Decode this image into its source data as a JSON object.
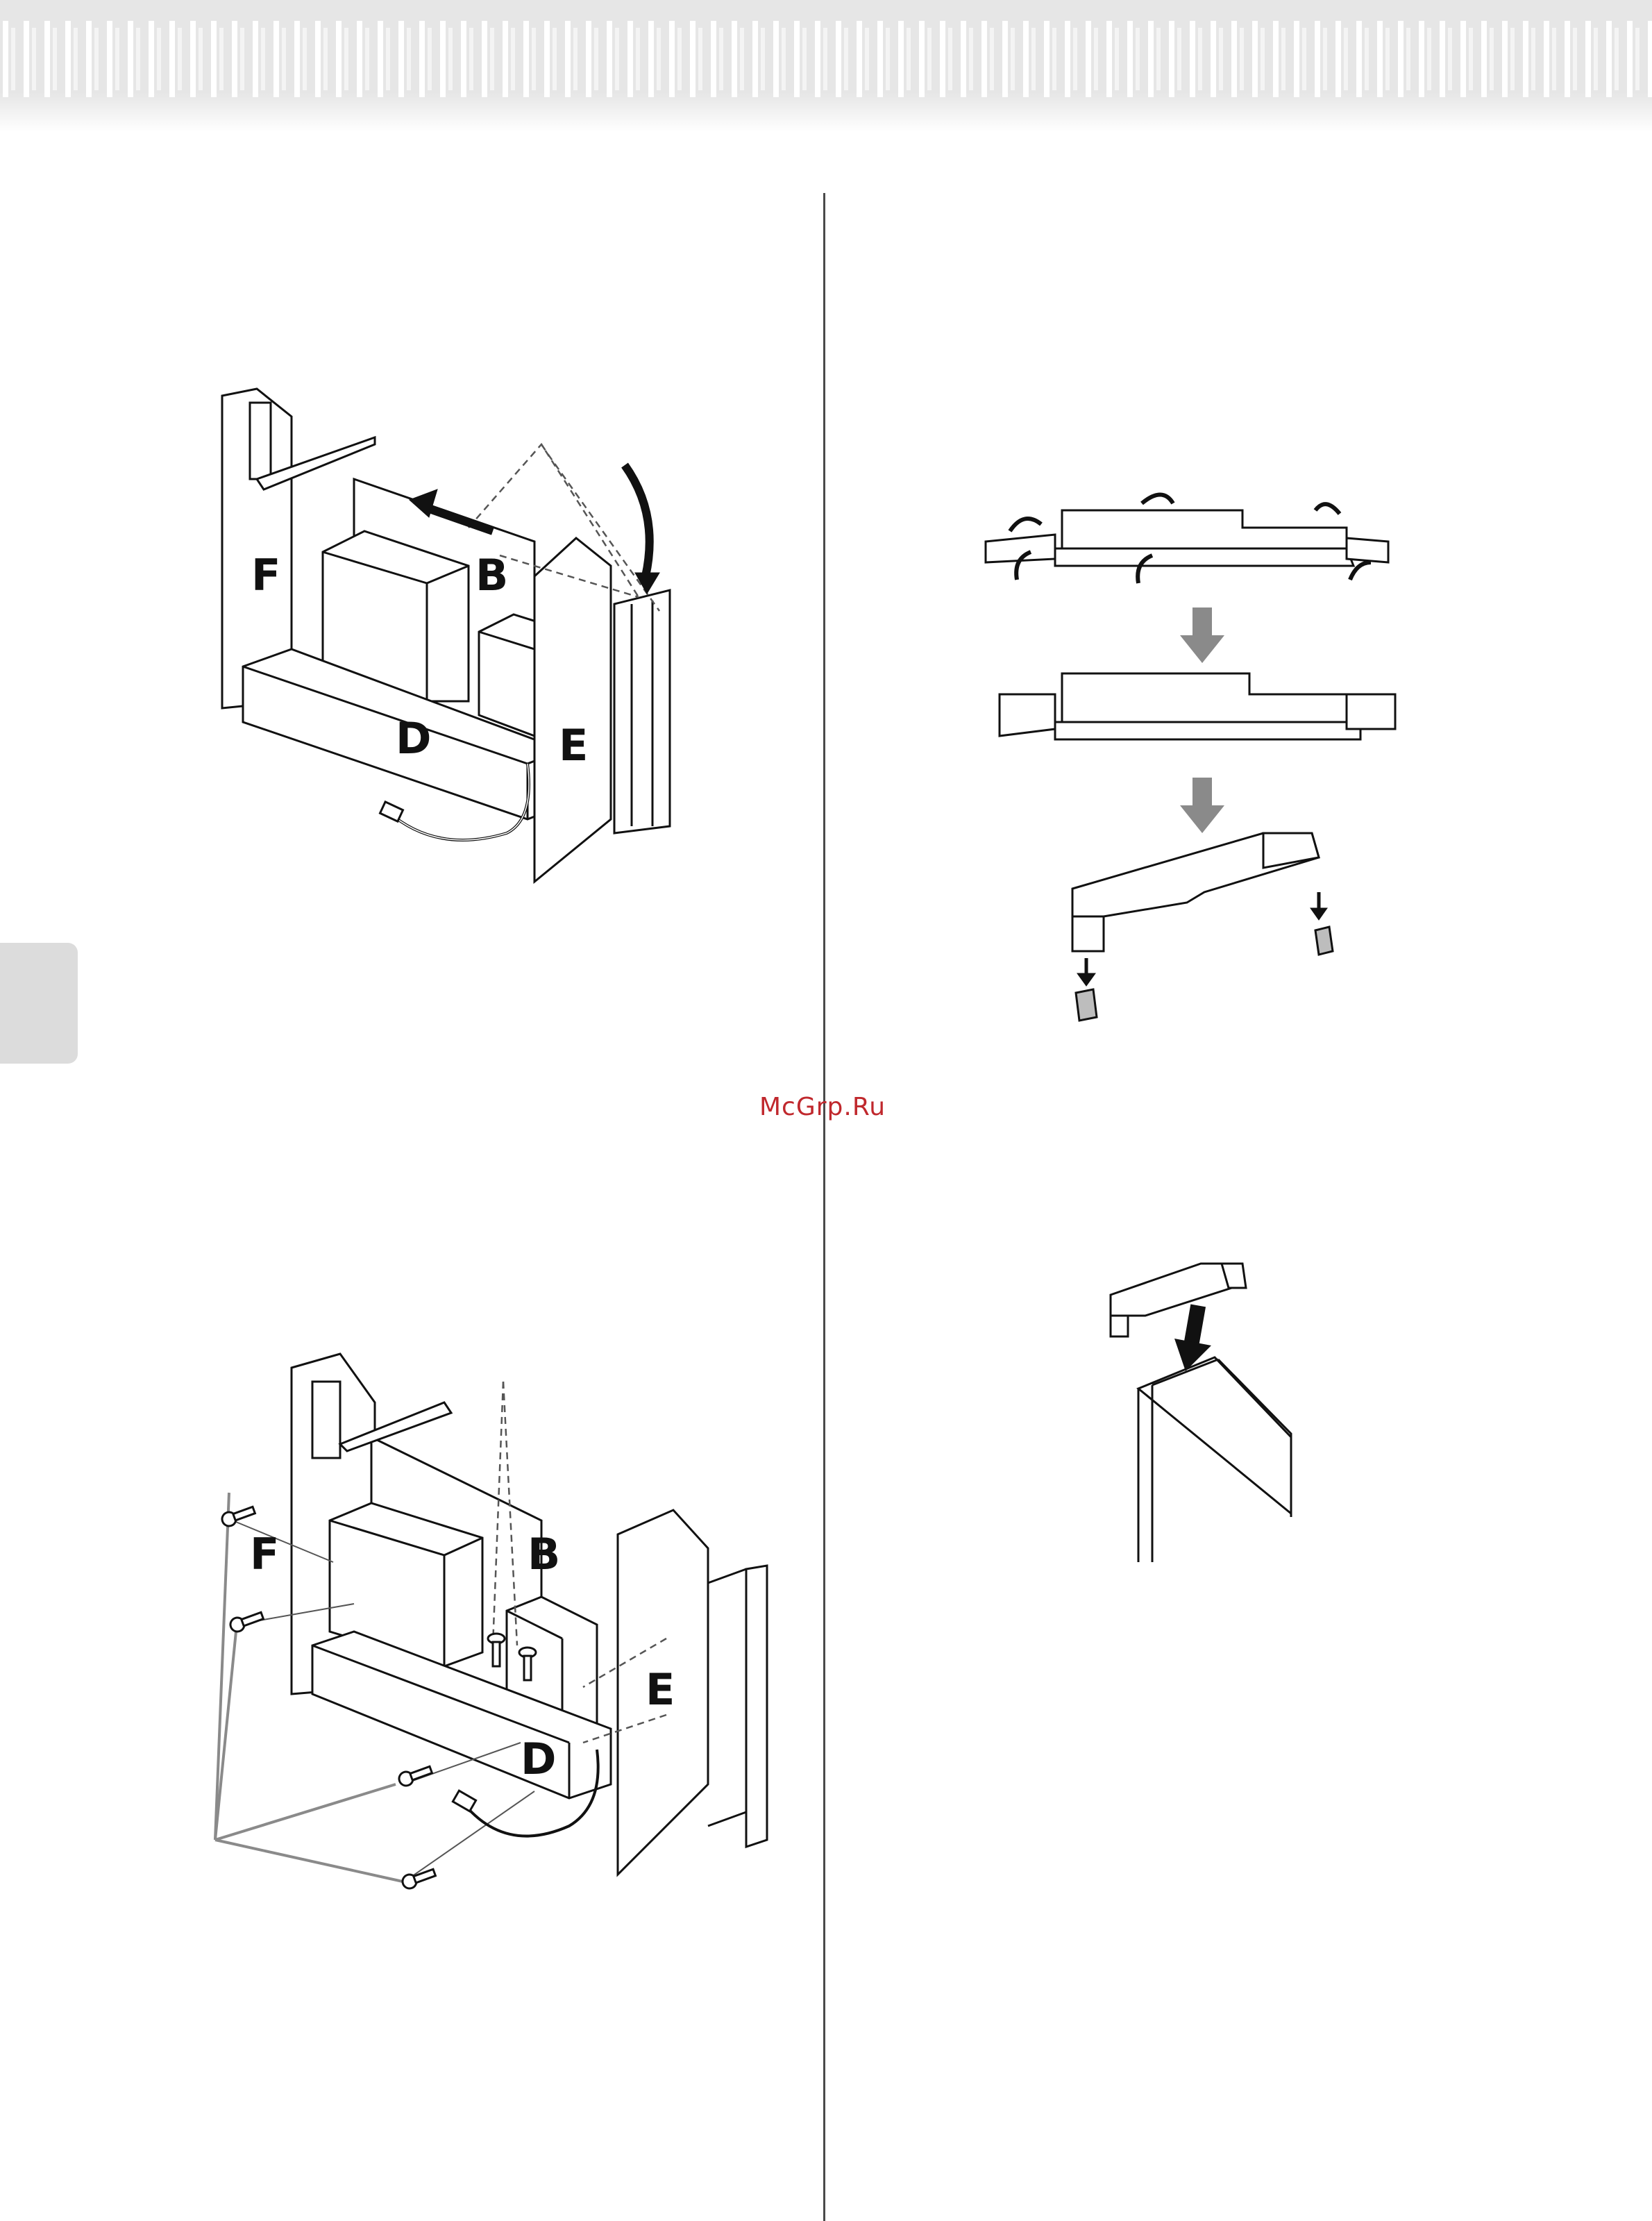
{
  "watermark": "McGrp.Ru",
  "figure_top_left": {
    "labels": {
      "f": "F",
      "b": "B",
      "d": "D",
      "e": "E"
    }
  },
  "figure_bottom_left": {
    "labels": {
      "f": "F",
      "b": "B",
      "d": "D",
      "e": "E"
    }
  },
  "figure_top_right": {
    "step_arrows": 2
  },
  "figure_bottom_right": {}
}
